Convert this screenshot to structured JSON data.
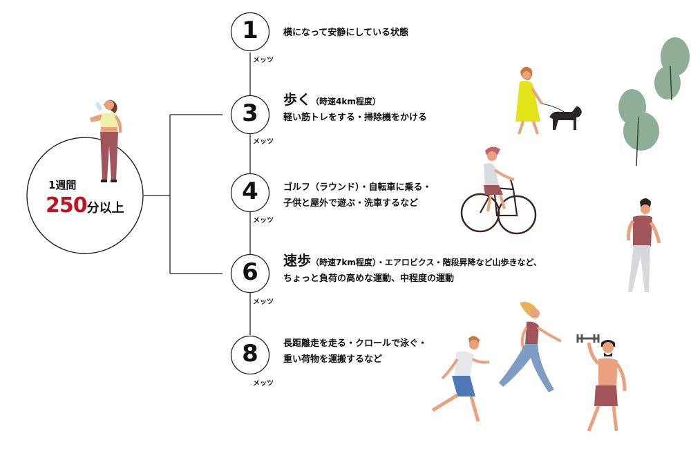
{
  "hub": {
    "line1": "1週間",
    "number": "250",
    "suffix": "分以上"
  },
  "unit_label": "メッツ",
  "levels": [
    {
      "value": "1",
      "desc_line1": "横になって安静にしている状態"
    },
    {
      "value": "3",
      "desc_title": "歩く",
      "desc_note": "（時速4km程度）",
      "desc_line2": "軽い筋トレをする・掃除機をかける"
    },
    {
      "value": "4",
      "desc_line1": "ゴルフ（ラウンド）・自転車に乗る・",
      "desc_line2": "子供と屋外で遊ぶ・洗車するなど"
    },
    {
      "value": "6",
      "desc_title": "速歩",
      "desc_note": "（時速7km程度）・エアロビクス・階段昇降など山歩きなど、",
      "desc_line2": "ちょっと負荷の高めな運動、中程度の運動"
    },
    {
      "value": "8",
      "desc_line1": "長距離走を走る・クロールで泳ぐ・",
      "desc_line2": "重い荷物を運搬するなど"
    }
  ],
  "colors": {
    "accent_red": "#c2121f",
    "line": "#222222",
    "tree_green": "#8fae97",
    "dress_yellow": "#e3e31a",
    "skin": "#e9a27d",
    "shirt_mauve": "#a0555a",
    "pants_blue": "#4f78b8",
    "jeans": "#7e9dc4"
  }
}
